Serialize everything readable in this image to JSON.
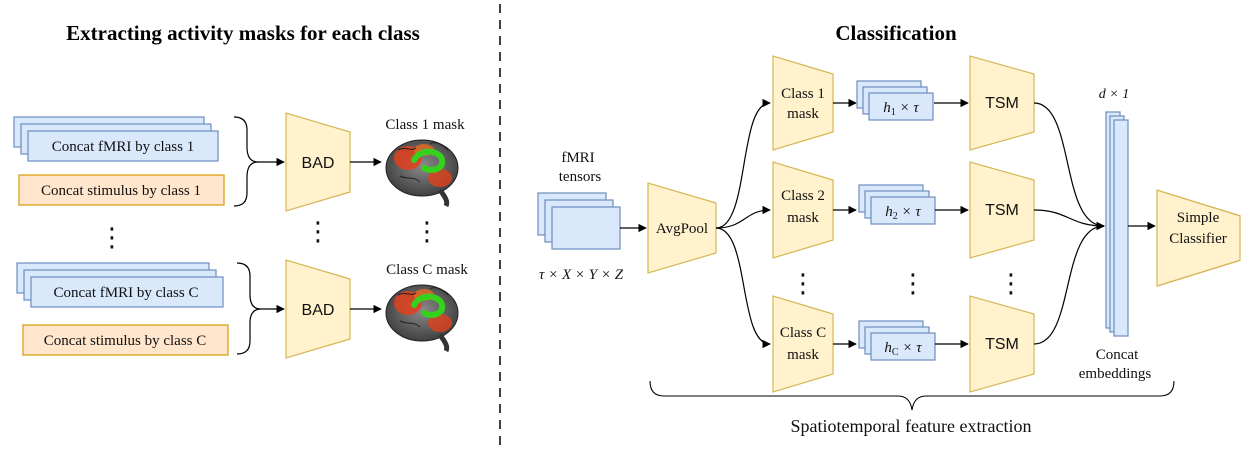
{
  "left_panel": {
    "title": "Extracting activity masks for each class",
    "fmri_class1": "Concat fMRI by class 1",
    "stimulus_class1": "Concat stimulus by class 1",
    "fmri_classC": "Concat fMRI by class C",
    "stimulus_classC": "Concat stimulus by class C",
    "bad_label": "BAD",
    "mask1_label": "Class 1 mask",
    "maskC_label": "Class C mask",
    "ellipsis": "⋮"
  },
  "right_panel": {
    "title": "Classification",
    "fmri_label_line1": "fMRI",
    "fmri_label_line2": "tensors",
    "tensor_shape": "τ × X × Y × Z",
    "avgpool_label": "AvgPool",
    "class_masks": [
      {
        "line1": "Class 1",
        "line2": "mask",
        "h_var": "h",
        "h_sub": "1",
        "h_suffix": " × τ"
      },
      {
        "line1": "Class 2",
        "line2": "mask",
        "h_var": "h",
        "h_sub": "2",
        "h_suffix": " × τ"
      },
      {
        "line1": "Class C",
        "line2": "mask",
        "h_var": "h",
        "h_sub": "C",
        "h_suffix": " × τ"
      }
    ],
    "tsm_label": "TSM",
    "embedding_dim": "d × 1",
    "concat_line1": "Concat",
    "concat_line2": "embeddings",
    "classifier_line1": "Simple",
    "classifier_line2": "Classifier",
    "brace_label": "Spatiotemporal feature extraction",
    "ellipsis": "⋮"
  }
}
